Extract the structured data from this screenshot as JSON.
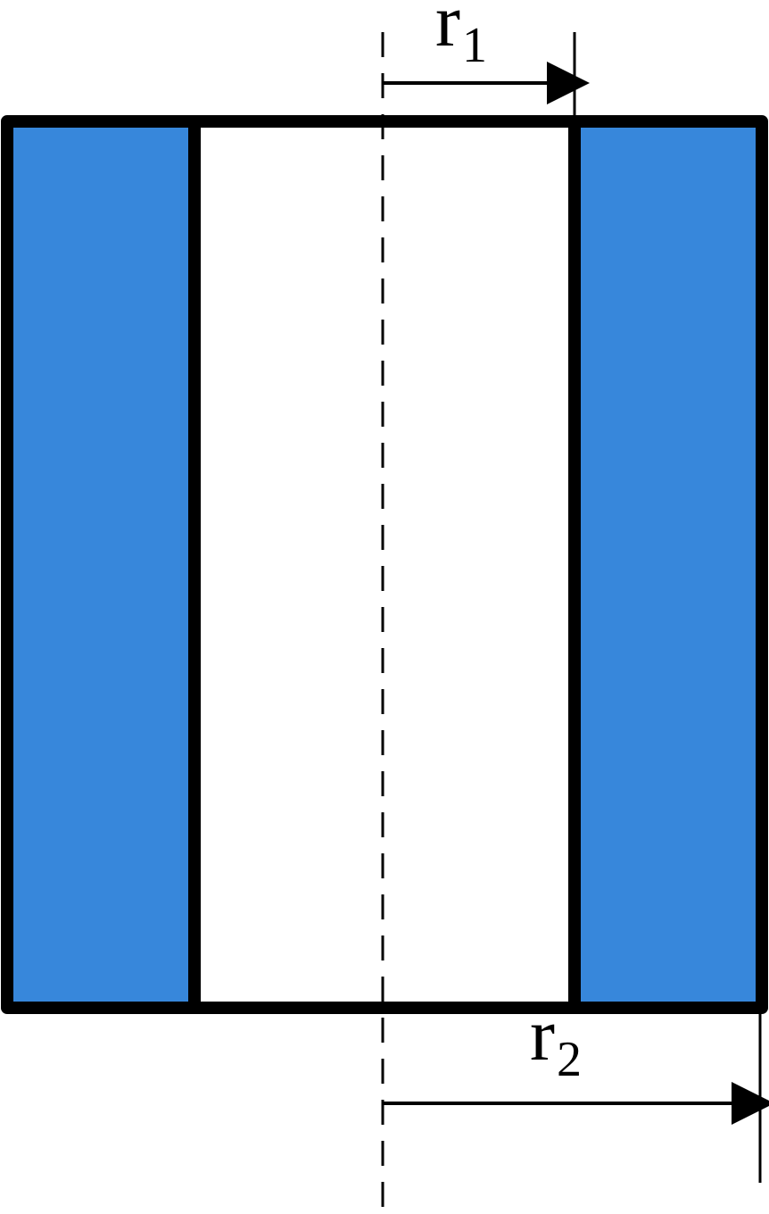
{
  "colors": {
    "fill": "#3787db",
    "outline": "#000000",
    "background": "#ffffff"
  },
  "labels": {
    "r1": {
      "main": "r",
      "sub": "1"
    },
    "r2": {
      "main": "r",
      "sub": "2"
    }
  }
}
